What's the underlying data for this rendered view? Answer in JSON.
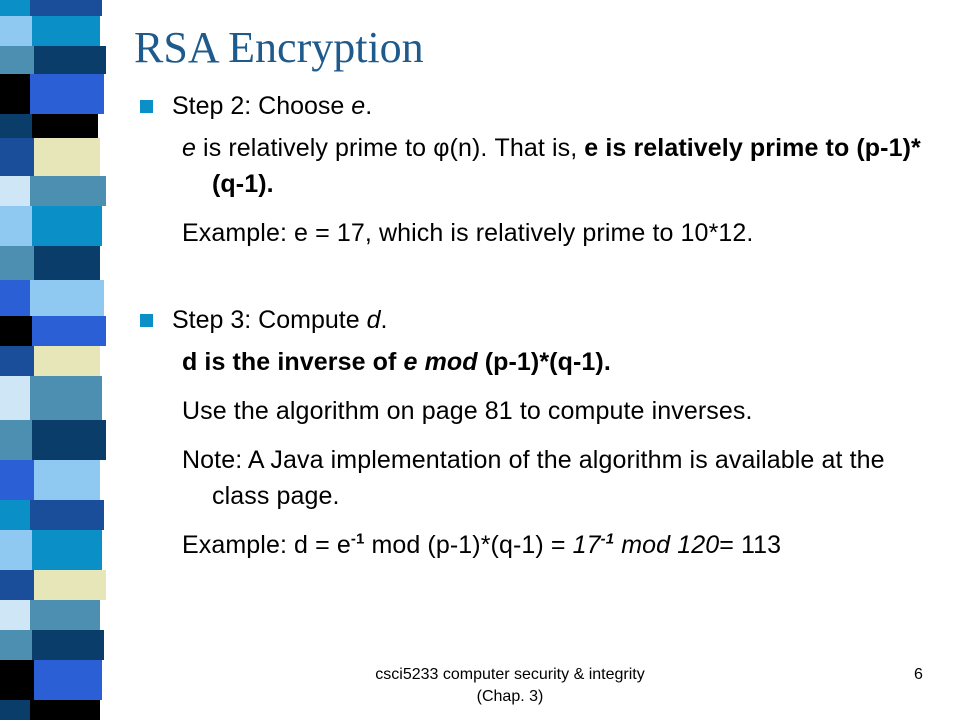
{
  "slide": {
    "title": "RSA Encryption",
    "colors": {
      "title": "#1f5a8c",
      "bullet": "#0a8fc6"
    },
    "step2": {
      "heading_prefix": "Step 2: Choose ",
      "heading_var": "e",
      "heading_suffix": ".",
      "line1": {
        "var_e": "e",
        "text1": " is relatively prime to ",
        "phi": "φ",
        "text2": "(n).  That is, ",
        "bold": "e is relatively prime to (p-1)*(q-1)."
      },
      "example": "Example: e = 17, which is relatively prime to 10*12."
    },
    "step3": {
      "heading_prefix": "Step 3: Compute ",
      "heading_var": "d",
      "heading_suffix": ".",
      "inverse": {
        "bold1": "d is the inverse of ",
        "var_e": "e",
        "mod": " mod",
        "bold2": " (p-1)*(q-1)."
      },
      "algorithm": "Use the algorithm on page 81 to compute inverses.",
      "note": "Note: A Java implementation of the algorithm is available at the class page.",
      "example": {
        "prefix": "Example: d = e",
        "sup1": "-1",
        "mid": " mod (p-1)*(q-1) = ",
        "ital1": "17",
        "sup2": "-1",
        "ital2": "  mod 120",
        "suffix": "= 113"
      }
    },
    "footer": "csci5233 computer security & integrity (Chap. 3)",
    "page_number": "6"
  }
}
